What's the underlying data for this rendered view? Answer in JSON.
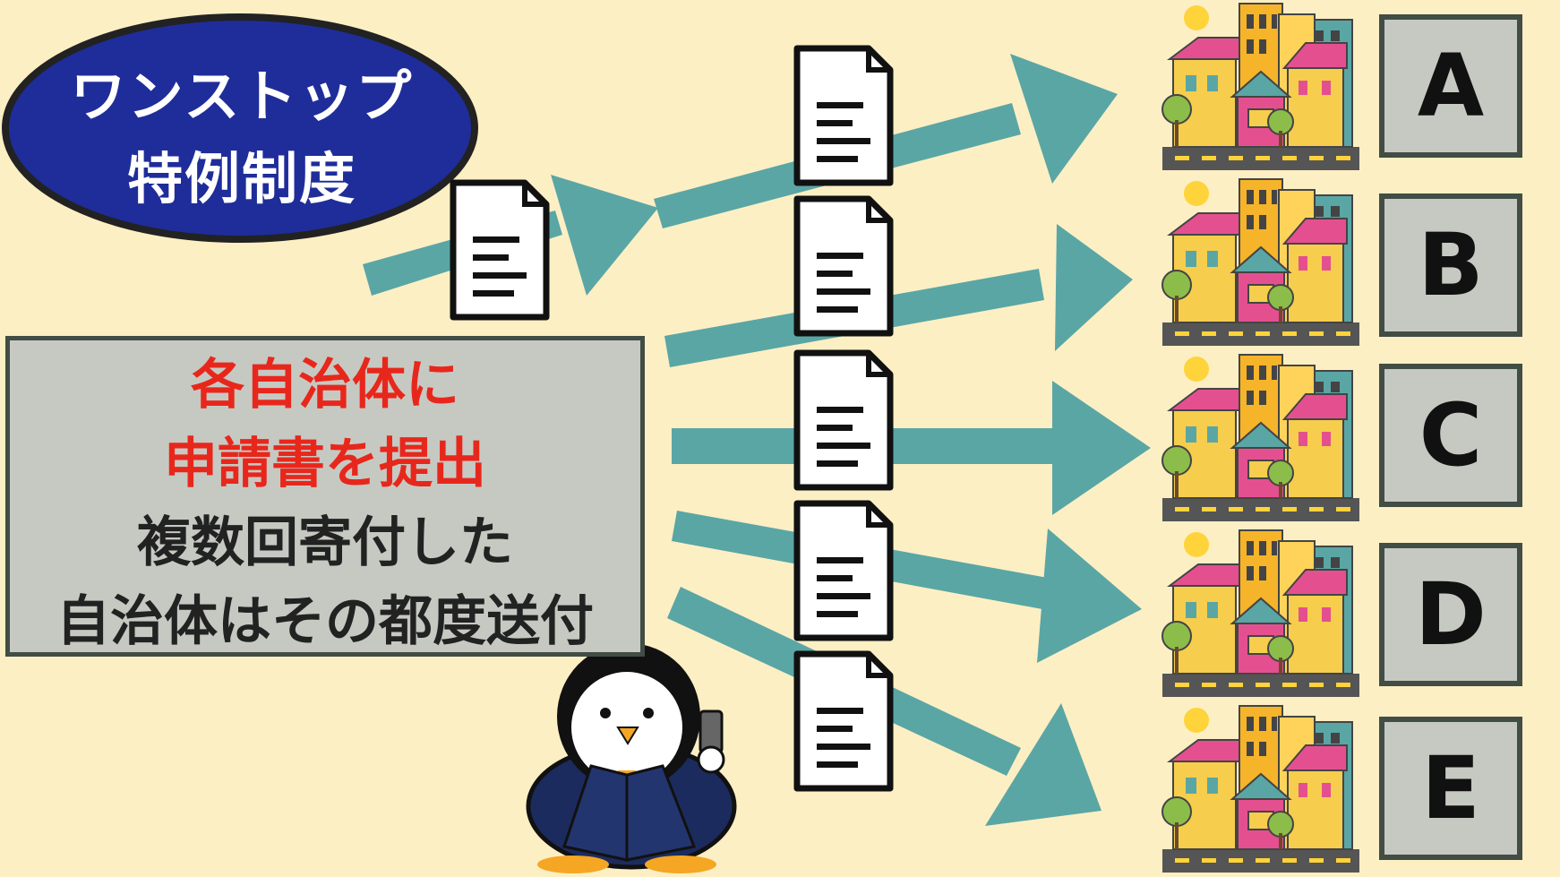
{
  "title": {
    "line1": "ワンストップ",
    "line2": "特例制度"
  },
  "callout": {
    "line1": "各自治体に",
    "line2": "申請書を提出",
    "line3": "複数回寄付した",
    "line4": "自治体はその都度送付"
  },
  "municipalities": [
    "A",
    "B",
    "C",
    "D",
    "E"
  ],
  "colors": {
    "background": "#fdefc4",
    "arrow": "#5aa6a5",
    "ellipse_fill": "#1f2d9a",
    "ellipse_border": "#222222",
    "callout_fill": "#c6c9c2",
    "callout_border": "#414d45",
    "highlight_text": "#e8271c",
    "body_text": "#222222"
  },
  "icons": {
    "document": "document-icon",
    "town": "town-illustration",
    "mascot": "penguin-businessman-with-phone"
  }
}
